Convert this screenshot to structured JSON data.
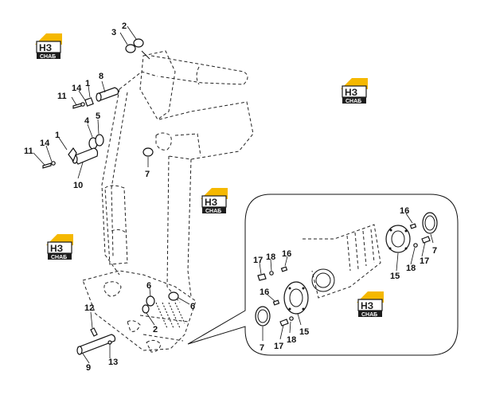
{
  "logo": {
    "mark_text": "НЗ",
    "sub_text": "СНАБ",
    "colors": {
      "roof": "#f5b800",
      "box": "#1c1c1c",
      "accent": "#f5b800"
    }
  },
  "callouts": {
    "c1a": "1",
    "c1b": "1",
    "c2a": "2",
    "c2b": "2",
    "c3": "3",
    "c4": "4",
    "c5": "5",
    "c6a": "6",
    "c6b": "6",
    "c7a": "7",
    "c7b": "7",
    "c7c": "7",
    "c8": "8",
    "c9": "9",
    "c10": "10",
    "c11a": "11",
    "c11b": "11",
    "c12": "12",
    "c13": "13",
    "c14a": "14",
    "c14b": "14",
    "c15a": "15",
    "c15b": "15",
    "c16a": "16",
    "c16b": "16",
    "c17a": "17",
    "c17b": "17",
    "c17c": "17",
    "c18a": "18",
    "c18b": "18",
    "c18c": "18"
  }
}
